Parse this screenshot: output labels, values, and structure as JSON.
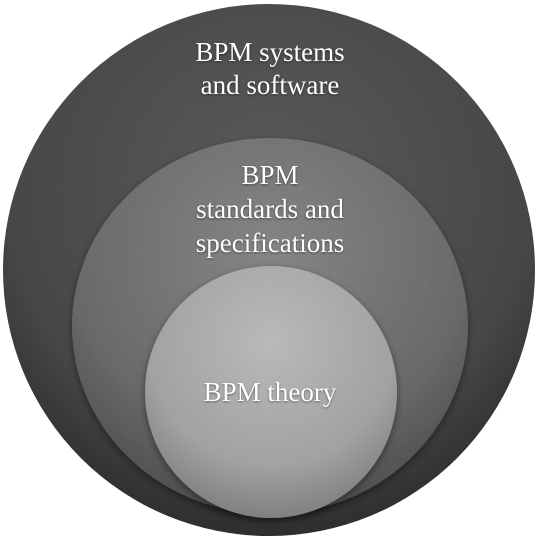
{
  "diagram": {
    "layers": [
      {
        "id": "outer",
        "label": "BPM systems\nand software",
        "color": "#4d4d4d"
      },
      {
        "id": "middle",
        "label": "BPM\nstandards and\nspecifications",
        "color": "#6f6f6f"
      },
      {
        "id": "inner",
        "label": "BPM theory",
        "color": "#a8a8a8"
      }
    ]
  }
}
